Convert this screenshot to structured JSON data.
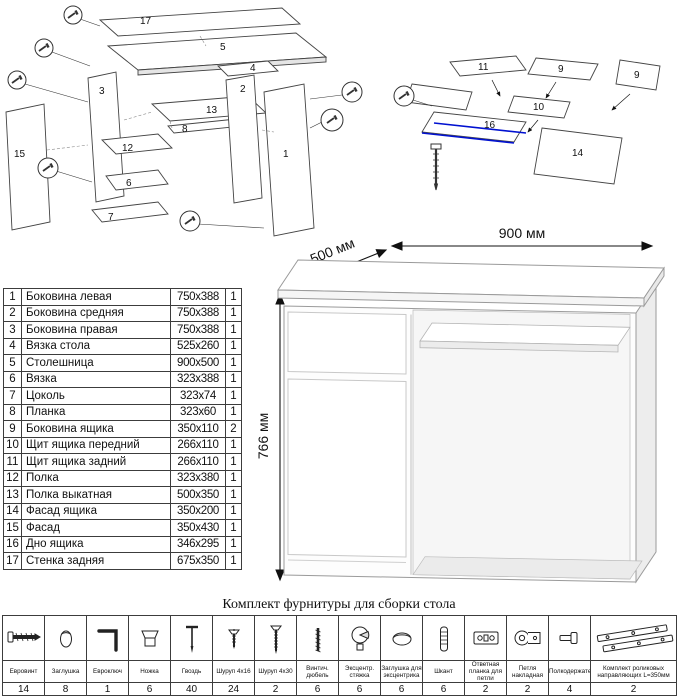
{
  "colors": {
    "accent_blue": "#0010d0",
    "line": "#444444"
  },
  "exploded_left": {
    "labels": {
      "p1": "1",
      "p2": "2",
      "p3": "3",
      "p4": "4",
      "p5": "5",
      "p6": "6",
      "p7": "7",
      "p8": "8",
      "p12": "12",
      "p13": "13",
      "p15": "15",
      "p17": "17"
    }
  },
  "exploded_right": {
    "labels": {
      "p9a": "9",
      "p9b": "9",
      "p10": "10",
      "p11": "11",
      "p14": "14",
      "p16": "16"
    }
  },
  "parts": {
    "rows": [
      {
        "n": "1",
        "name": "Боковина левая",
        "size": "750x388",
        "qty": "1"
      },
      {
        "n": "2",
        "name": "Боковина средняя",
        "size": "750x388",
        "qty": "1"
      },
      {
        "n": "3",
        "name": "Боковина правая",
        "size": "750x388",
        "qty": "1"
      },
      {
        "n": "4",
        "name": "Вязка стола",
        "size": "525x260",
        "qty": "1"
      },
      {
        "n": "5",
        "name": "Столешница",
        "size": "900x500",
        "qty": "1"
      },
      {
        "n": "6",
        "name": "Вязка",
        "size": "323x388",
        "qty": "1"
      },
      {
        "n": "7",
        "name": "Цоколь",
        "size": "323x74",
        "qty": "1"
      },
      {
        "n": "8",
        "name": "Планка",
        "size": "323x60",
        "qty": "1"
      },
      {
        "n": "9",
        "name": "Боковина ящика",
        "size": "350x110",
        "qty": "2"
      },
      {
        "n": "10",
        "name": "Щит ящика передний",
        "size": "266x110",
        "qty": "1"
      },
      {
        "n": "11",
        "name": "Щит ящика задний",
        "size": "266x110",
        "qty": "1"
      },
      {
        "n": "12",
        "name": "Полка",
        "size": "323x380",
        "qty": "1"
      },
      {
        "n": "13",
        "name": "Полка выкатная",
        "size": "500x350",
        "qty": "1"
      },
      {
        "n": "14",
        "name": "Фасад ящика",
        "size": "350x200",
        "qty": "1"
      },
      {
        "n": "15",
        "name": "Фасад",
        "size": "350x430",
        "qty": "1"
      },
      {
        "n": "16",
        "name": "Дно ящика",
        "size": "346x295",
        "qty": "1"
      },
      {
        "n": "17",
        "name": "Стенка задняя",
        "size": "675x350",
        "qty": "1"
      }
    ]
  },
  "desk": {
    "width_label": "900 мм",
    "depth_label": "500 мм",
    "height_label": "766 мм"
  },
  "hardware": {
    "title": "Комплект фурнитуры для сборки стола",
    "items": [
      {
        "name": "Евровинт",
        "qty": "14",
        "icon": "confirmat-screw"
      },
      {
        "name": "Заглушка",
        "qty": "8",
        "icon": "cap"
      },
      {
        "name": "Евроключ",
        "qty": "1",
        "icon": "hex-key"
      },
      {
        "name": "Ножка",
        "qty": "6",
        "icon": "foot"
      },
      {
        "name": "Гвоздь",
        "qty": "40",
        "icon": "nail"
      },
      {
        "name": "Шуруп 4x16",
        "qty": "24",
        "icon": "screw-small"
      },
      {
        "name": "Шуруп 4x30",
        "qty": "2",
        "icon": "screw-large"
      },
      {
        "name": "Винтич. дюбель",
        "qty": "6",
        "icon": "dowel-screw"
      },
      {
        "name": "Эксцентр. стяжка",
        "qty": "6",
        "icon": "cam-lock"
      },
      {
        "name": "Заглушка для эксцентрика",
        "qty": "6",
        "icon": "cam-cap"
      },
      {
        "name": "Шкант",
        "qty": "6",
        "icon": "wood-dowel"
      },
      {
        "name": "Ответная планка для петли",
        "qty": "2",
        "icon": "hinge-plate"
      },
      {
        "name": "Петля накладная",
        "qty": "2",
        "icon": "hinge"
      },
      {
        "name": "Полкодержатель",
        "qty": "4",
        "icon": "shelf-pin"
      },
      {
        "name": "Комплект роликовых направляющих L=350мм",
        "qty": "2",
        "icon": "drawer-slides"
      }
    ]
  }
}
